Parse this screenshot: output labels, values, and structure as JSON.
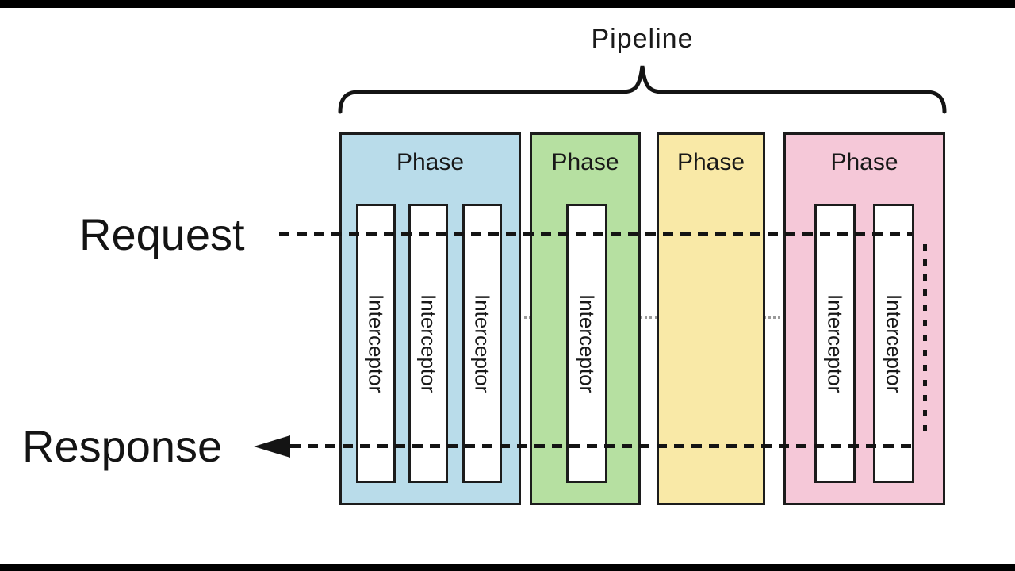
{
  "title": "Pipeline",
  "flow": {
    "request_label": "Request",
    "response_label": "Response"
  },
  "phases": [
    {
      "label": "Phase",
      "color": "#b9dcea",
      "interceptors": [
        "Interceptor",
        "Interceptor",
        "Interceptor"
      ]
    },
    {
      "label": "Phase",
      "color": "#b6e0a1",
      "interceptors": [
        "Interceptor"
      ]
    },
    {
      "label": "Phase",
      "color": "#f9e9a7",
      "interceptors": []
    },
    {
      "label": "Phase",
      "color": "#f5c8d8",
      "interceptors": [
        "Interceptor",
        "Interceptor"
      ]
    }
  ],
  "colors": {
    "background": "#ffffff",
    "letterbox": "#000000",
    "border": "#1c1c1c",
    "line": "#141414",
    "faint_dots": "#999999"
  }
}
